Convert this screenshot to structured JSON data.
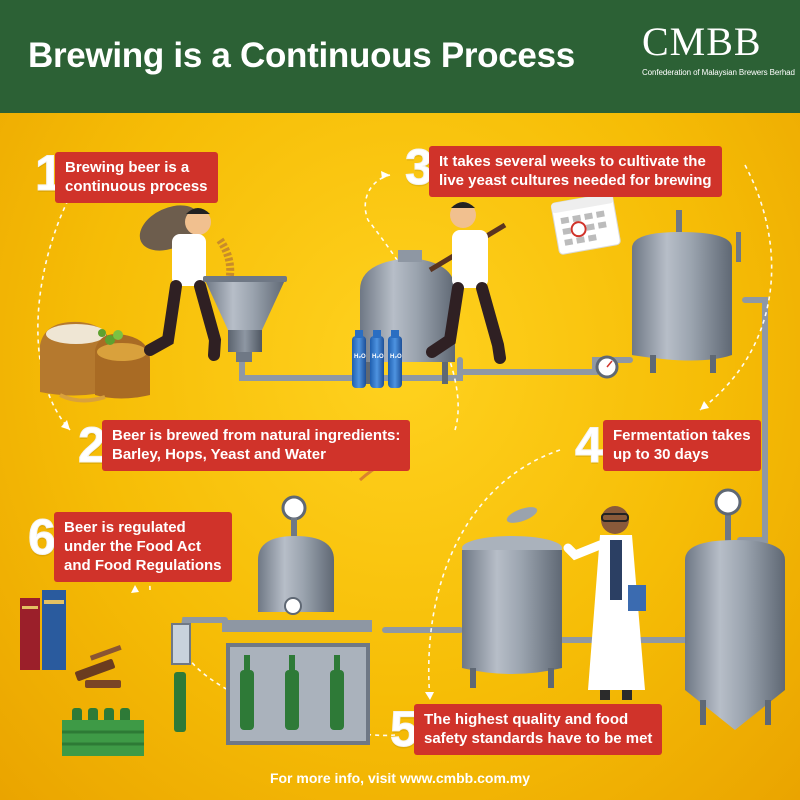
{
  "header": {
    "title": "Brewing is a Continuous Process",
    "logo_text": "CMBB",
    "logo_subtitle": "Confederation of Malaysian Brewers Berhad",
    "background_color": "#2c6135"
  },
  "colors": {
    "background": "#f6bd06",
    "label_background": "#d0332a",
    "text": "#ffffff",
    "equipment": "#8e97a3"
  },
  "steps": [
    {
      "number": "1",
      "lines": [
        "Brewing beer is a",
        "continuous process"
      ]
    },
    {
      "number": "2",
      "lines": [
        "Beer is brewed from natural ingredients:",
        "Barley, Hops, Yeast and Water"
      ]
    },
    {
      "number": "3",
      "lines": [
        "It takes several weeks to cultivate the",
        "live yeast cultures needed for brewing"
      ]
    },
    {
      "number": "4",
      "lines": [
        "Fermentation takes",
        "up to 30 days"
      ]
    },
    {
      "number": "5",
      "lines": [
        "The highest quality and food",
        "safety standards have to be met"
      ]
    },
    {
      "number": "6",
      "lines": [
        "Beer is regulated",
        "under the Food Act",
        "and Food Regulations"
      ]
    }
  ],
  "water_bottle_label": "H₂O",
  "icons": [
    "barley-sack-icon",
    "hops-icon",
    "grain-hopper-icon",
    "brew-kettle-icon",
    "water-bottles-icon",
    "calendar-icon",
    "fermentation-tank-icon",
    "pressure-gauge-icon",
    "bottling-machine-icon",
    "beer-crate-icon",
    "law-books-icon",
    "gavel-icon",
    "worker-figure",
    "scientist-figure"
  ],
  "footer": {
    "text": "For more info, visit www.cmbb.com.my"
  }
}
